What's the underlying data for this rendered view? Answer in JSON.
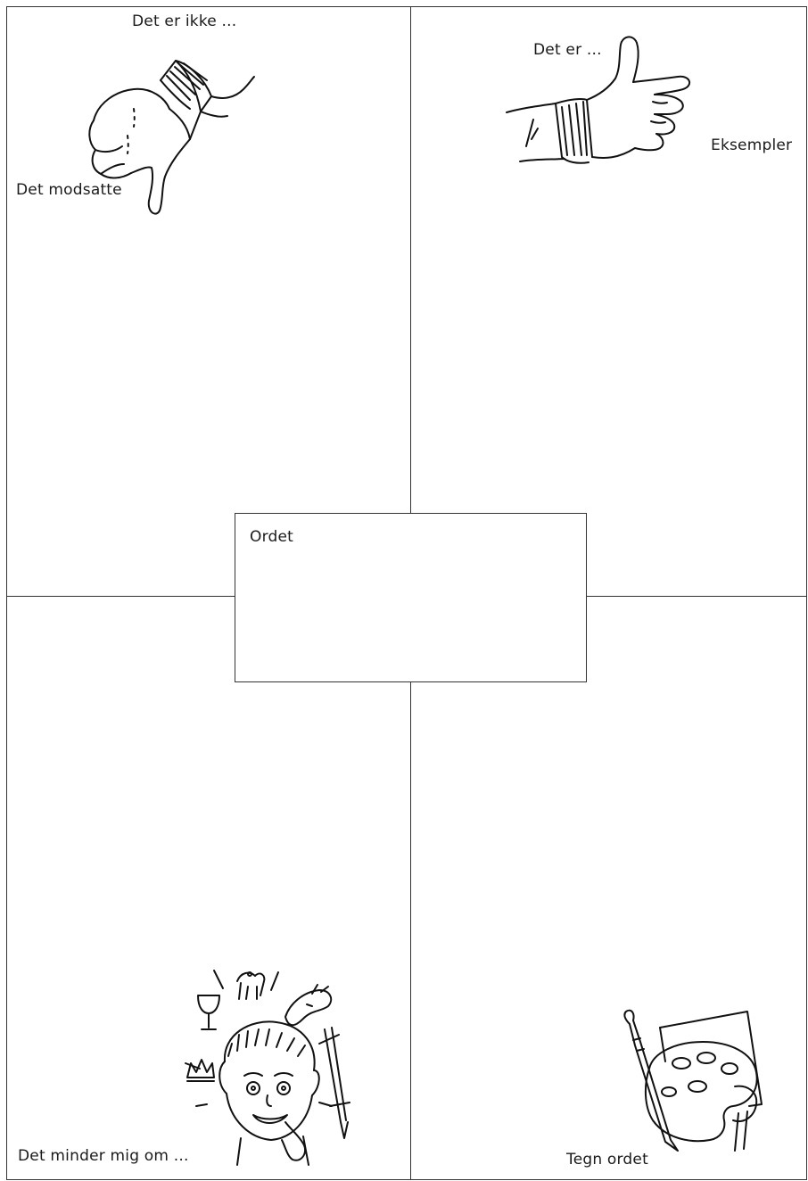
{
  "quadrants": {
    "top_left": {
      "title": "Det er ikke ...",
      "label": "Det modsatte",
      "icon": "thumbs-down-hand-icon"
    },
    "top_right": {
      "title": "Det er ...",
      "label": "Eksempler",
      "icon": "thumbs-up-hand-icon"
    },
    "bottom_left": {
      "label": "Det minder mig om ...",
      "icon": "thinking-boy-icon"
    },
    "bottom_right": {
      "label": "Tegn ordet",
      "icon": "paint-palette-icon"
    }
  },
  "center": {
    "label": "Ordet"
  }
}
